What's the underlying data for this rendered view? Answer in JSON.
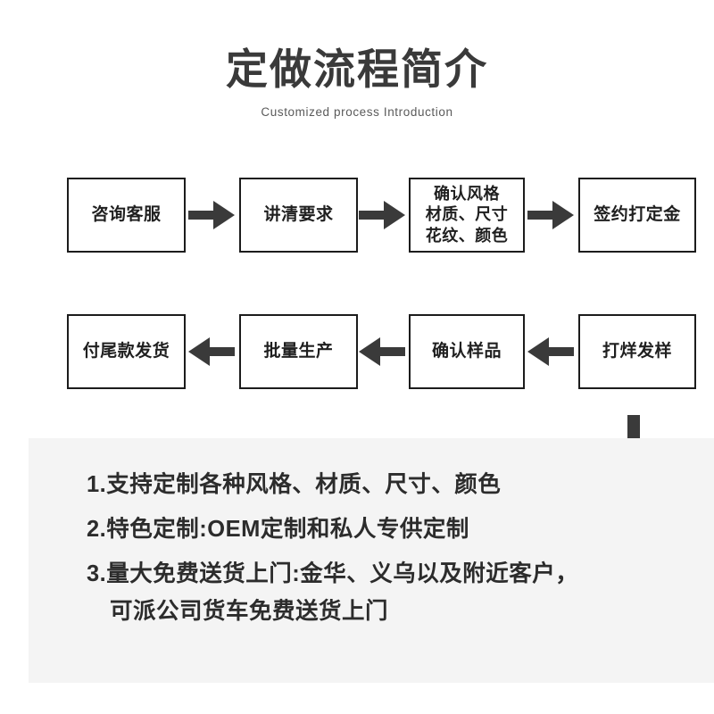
{
  "header": {
    "title": "定做流程简介",
    "subtitle": "Customized process Introduction"
  },
  "flow": {
    "top_row": [
      {
        "lines": [
          "咨询客服"
        ]
      },
      {
        "lines": [
          "讲清要求"
        ]
      },
      {
        "lines": [
          "确认风格",
          "材质、尺寸",
          "花纹、颜色"
        ]
      },
      {
        "lines": [
          "签约打定金"
        ]
      }
    ],
    "bottom_row": [
      {
        "lines": [
          "付尾款发货"
        ]
      },
      {
        "lines": [
          "批量生产"
        ]
      },
      {
        "lines": [
          "确认样品"
        ]
      },
      {
        "lines": [
          "打烊发样"
        ]
      }
    ],
    "arrow_color": "#3a3a3a",
    "node_border_color": "#1c1c1c"
  },
  "notes": {
    "panel_color": "#f4f4f4",
    "items": [
      "1.支持定制各种风格、材质、尺寸、颜色",
      "2.特色定制:OEM定制和私人专供定制",
      "3.量大免费送货上门:金华、义乌以及附近客户，"
    ],
    "continuation": "可派公司货车免费送货上门"
  }
}
